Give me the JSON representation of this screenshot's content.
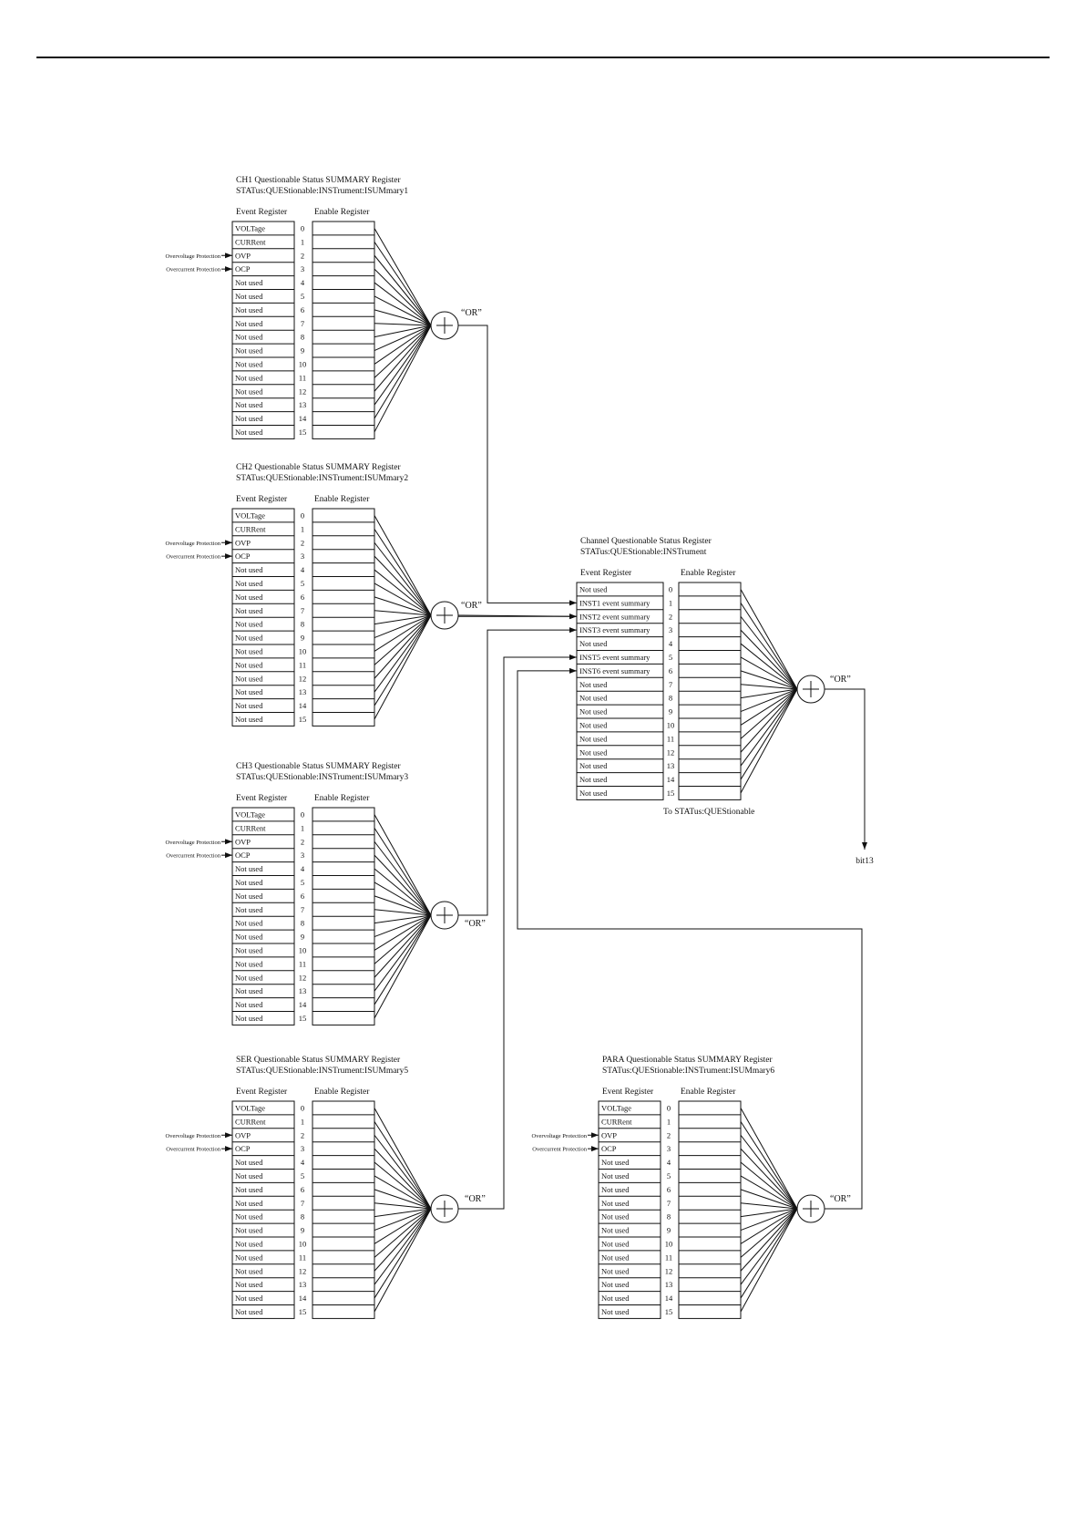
{
  "labels": {
    "event_register": "Event Register",
    "enable_register": "Enable Register",
    "or": "“OR”",
    "overvoltage": "Overvoltage Protection",
    "overcurrent": "Overcurrent Protection",
    "to_questionable": "To STATus:QUEStionable",
    "bit13": "bit13"
  },
  "summary_rows": [
    "VOLTage",
    "CURRent",
    "OVP",
    "OCP",
    "Not used",
    "Not used",
    "Not used",
    "Not used",
    "Not used",
    "Not used",
    "Not used",
    "Not used",
    "Not used",
    "Not used",
    "Not used",
    "Not used"
  ],
  "channel_rows": [
    "Not used",
    "INST1 event summary",
    "INST2 event summary",
    "INST3 event summary",
    "Not used",
    "INST5 event summary",
    "INST6 event summary",
    "Not used",
    "Not used",
    "Not used",
    "Not used",
    "Not used",
    "Not used",
    "Not used",
    "Not used",
    "Not used"
  ],
  "bits": [
    "0",
    "1",
    "2",
    "3",
    "4",
    "5",
    "6",
    "7",
    "8",
    "9",
    "10",
    "11",
    "12",
    "13",
    "14",
    "15"
  ],
  "registers": [
    {
      "id": "ch1",
      "title1": "CH1 Questionable Status SUMMARY Register",
      "title2": "STATus:QUEStionable:INSTrument:ISUMmary1"
    },
    {
      "id": "ch2",
      "title1": "CH2 Questionable Status SUMMARY Register",
      "title2": "STATus:QUEStionable:INSTrument:ISUMmary2"
    },
    {
      "id": "ch3",
      "title1": "CH3 Questionable Status SUMMARY Register",
      "title2": "STATus:QUEStionable:INSTrument:ISUMmary3"
    },
    {
      "id": "ser",
      "title1": "SER Questionable Status SUMMARY Register",
      "title2": "STATus:QUEStionable:INSTrument:ISUMmary5"
    },
    {
      "id": "para",
      "title1": "PARA Questionable Status SUMMARY Register",
      "title2": "STATus:QUEStionable:INSTrument:ISUMmary6"
    },
    {
      "id": "channel",
      "title1": "Channel Questionable Status  Register",
      "title2": "STATus:QUEStionable:INSTrument"
    }
  ]
}
